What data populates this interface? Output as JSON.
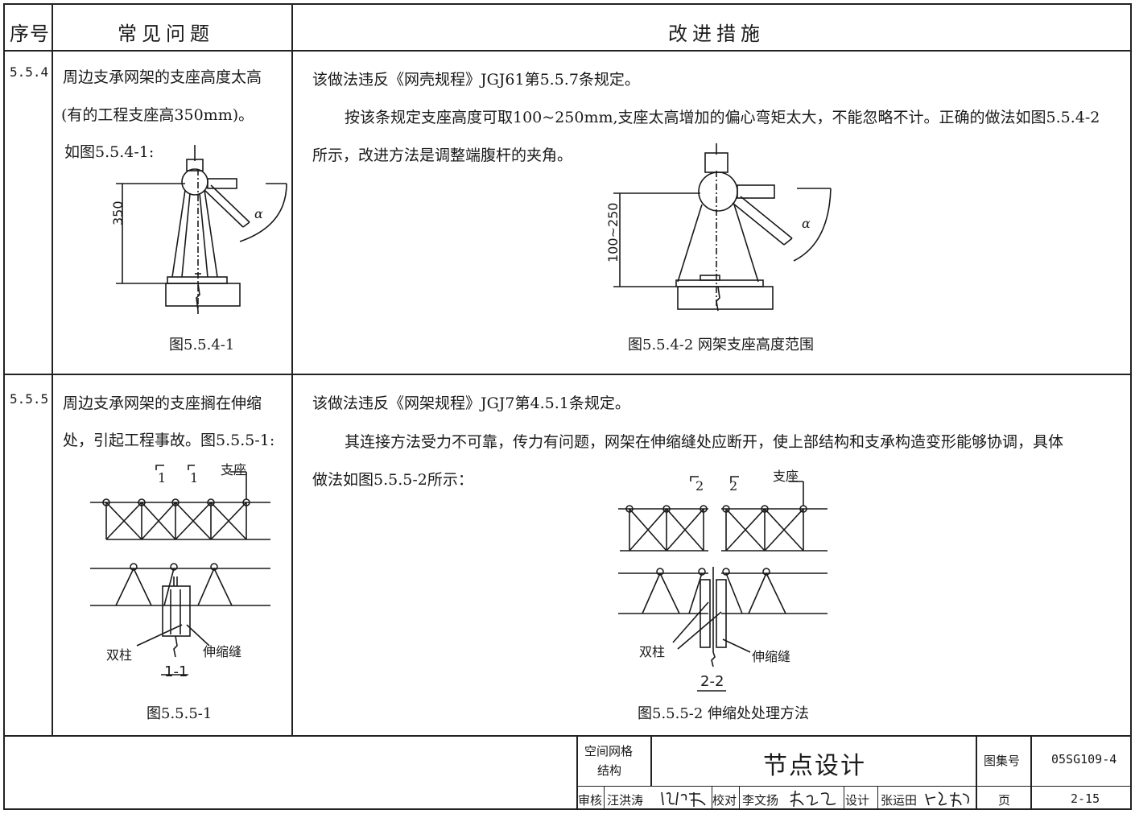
{
  "header": {
    "col_no": "序号",
    "col_problem": "常见问题",
    "col_fix": "改进措施"
  },
  "rows": [
    {
      "no": "5.5.4",
      "problem": [
        "周边支承网架的支座高度太高",
        "(有的工程支座高350mm)。",
        "如图5.5.4-1:"
      ],
      "fig_left_caption": "图5.5.4-1",
      "fig_left_dim": "350",
      "fix": [
        "该做法违反《网壳规程》JGJ61第5.5.7条规定。",
        "按该条规定支座高度可取100~250mm,支座太高增加的偏心弯矩太大，不能忽略不计。正确的做法如图5.5.4-2",
        "所示，改进方法是调整端腹杆的夹角。"
      ],
      "fig_right_caption": "图5.5.4-2  网架支座高度范围",
      "fig_right_dim": "100~250",
      "angle_symbol": "α"
    },
    {
      "no": "5.5.5",
      "problem": [
        "周边支承网架的支座搁在伸缩",
        "处，引起工程事故。图5.5.5-1:"
      ],
      "fig_left_caption": "图5.5.5-1",
      "fig_left_section": "1-1",
      "fig_left_marks": [
        "1",
        "1"
      ],
      "fix": [
        "该做法违反《网架规程》JGJ7第4.5.1条规定。",
        "其连接方法受力不可靠，传力有问题，网架在伸缩缝处应断开，使上部结构和支承构造变形能够协调，具体",
        "做法如图5.5.5-2所示："
      ],
      "fig_right_caption": "图5.5.5-2  伸缩处处理方法",
      "fig_right_section": "2-2",
      "fig_right_marks": [
        "2",
        "2"
      ],
      "labels": {
        "support": "支座",
        "double_column": "双柱",
        "expansion_joint": "伸缩缝"
      }
    }
  ],
  "title_block": {
    "category": [
      "空间网格",
      "结构"
    ],
    "title": "节点设计",
    "atlas_label": "图集号",
    "atlas_no": "05SG109-4",
    "review_label": "审核",
    "review_name": "汪洪涛",
    "check_label": "校对",
    "check_name": "李文扬",
    "design_label": "设计",
    "design_name": "张运田",
    "page_label": "页",
    "page_no": "2-15"
  }
}
